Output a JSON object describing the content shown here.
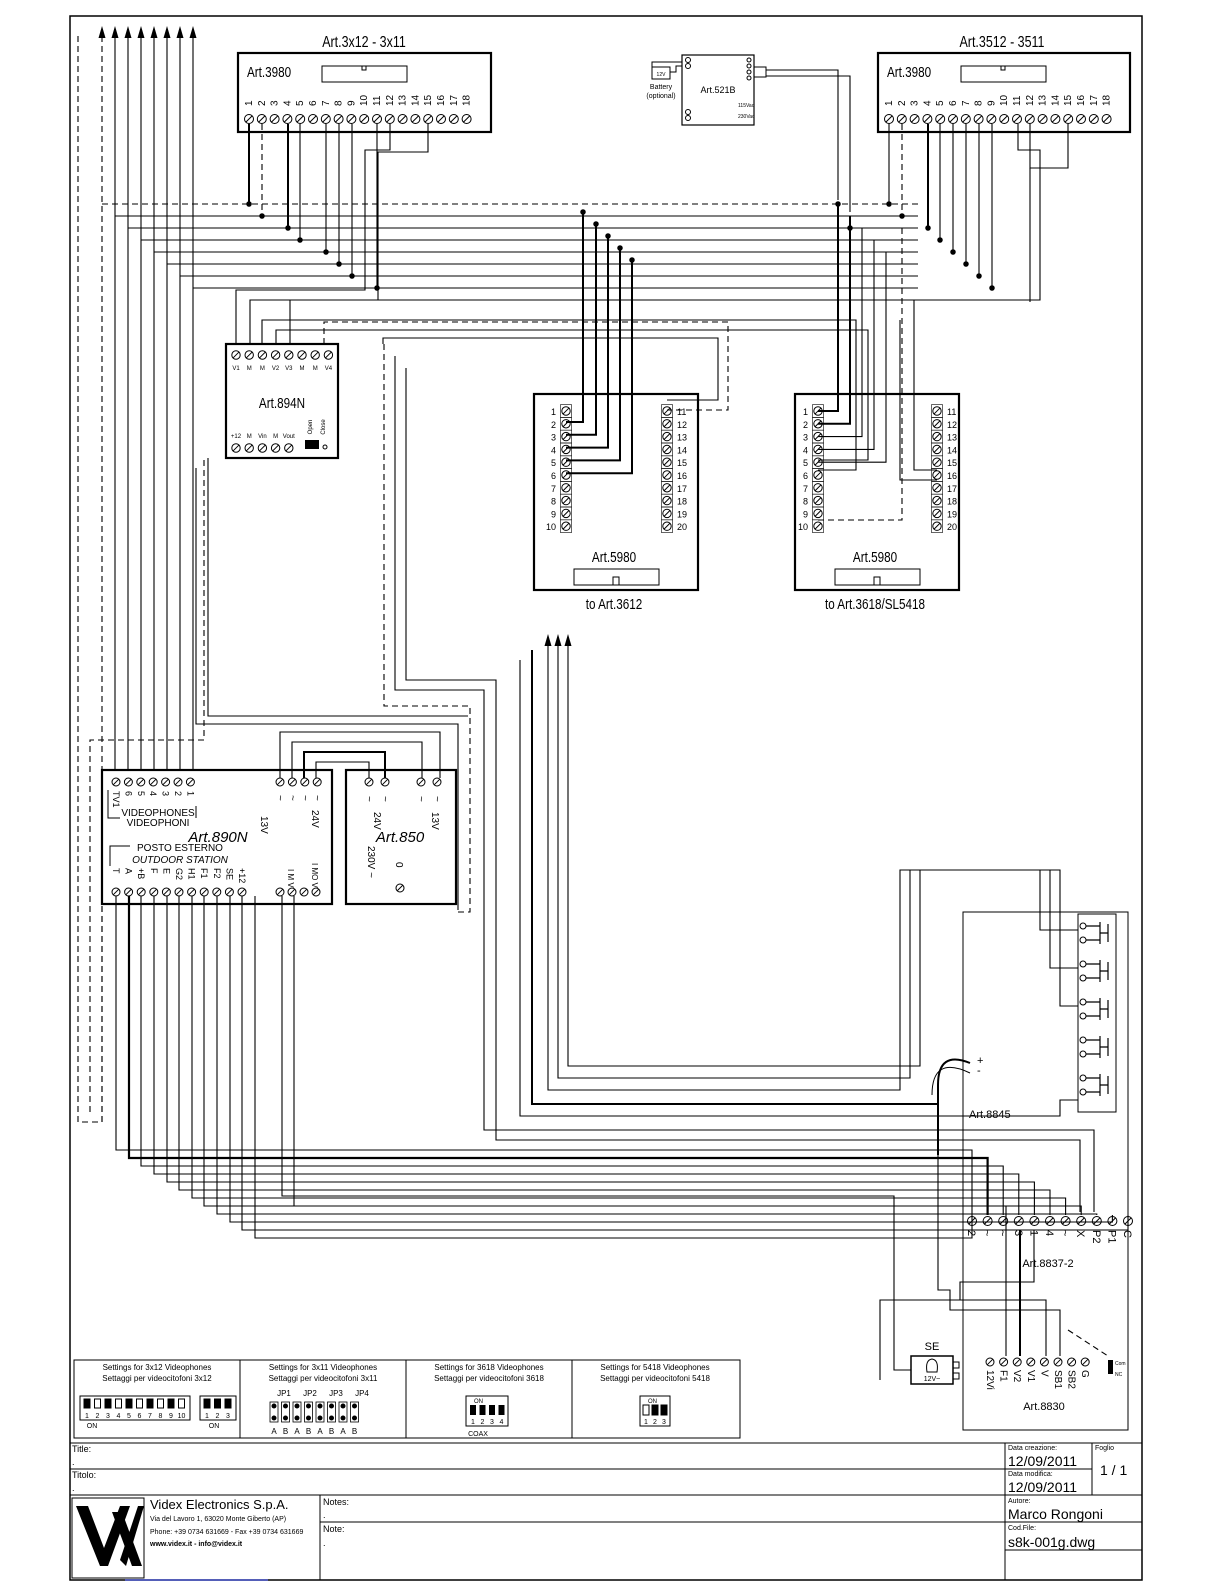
{
  "modules": {
    "left_3980": {
      "header": "Art.3x12 - 3x11",
      "name": "Art.3980",
      "terminals": [
        "1",
        "2",
        "3",
        "4",
        "5",
        "6",
        "7",
        "8",
        "9",
        "10",
        "11",
        "12",
        "13",
        "14",
        "15",
        "16",
        "17",
        "18"
      ]
    },
    "right_3980": {
      "header": "Art.3512 - 3511",
      "name": "Art.3980",
      "terminals": [
        "1",
        "2",
        "3",
        "4",
        "5",
        "6",
        "7",
        "8",
        "9",
        "10",
        "11",
        "12",
        "13",
        "14",
        "15",
        "16",
        "17",
        "18"
      ]
    },
    "psu_521b": {
      "name": "Art.521B",
      "battery": "Battery",
      "optional": "(optional)",
      "cell": "12V",
      "in_115": "115Vac",
      "in_230": "230Vac"
    },
    "distributor_894n": {
      "name": "Art.894N",
      "top_terminals": [
        "V1",
        "M",
        "M",
        "V2",
        "V3",
        "M",
        "M",
        "V4"
      ],
      "bottom_terminals": [
        "+12",
        "M",
        "Vin",
        "M",
        "Vout"
      ],
      "open": "Open",
      "close": "Close"
    },
    "interface_left": {
      "name": "Art.5980",
      "caption": "to Art.3612",
      "left_terminals": [
        "1",
        "2",
        "3",
        "4",
        "5",
        "6",
        "7",
        "8",
        "9",
        "10"
      ],
      "right_terminals": [
        "11",
        "12",
        "13",
        "14",
        "15",
        "16",
        "17",
        "18",
        "19",
        "20"
      ]
    },
    "interface_right": {
      "name": "Art.5980",
      "caption": "to Art.3618/SL5418",
      "left_terminals": [
        "1",
        "2",
        "3",
        "4",
        "5",
        "6",
        "7",
        "8",
        "9",
        "10"
      ],
      "right_terminals": [
        "11",
        "12",
        "13",
        "14",
        "15",
        "16",
        "17",
        "18",
        "19",
        "20"
      ]
    },
    "controller_890n": {
      "name": "Art.890N",
      "videophones": "VIDEOPHONES",
      "videophoni": "VIDEOPHONI",
      "posto_esterno": "POSTO ESTERNO",
      "outdoor_station": "OUTDOOR STATION",
      "top_terminals": [
        "TV1",
        "6",
        "5",
        "4",
        "3",
        "2",
        "1"
      ],
      "power_terminals": [
        "~",
        "~",
        "~",
        "~"
      ],
      "v13": "13V",
      "v24": "24V",
      "bottom_terminals": [
        "T",
        "A",
        "+B",
        "F",
        "E",
        "G2",
        "H1",
        "F1",
        "F2",
        "SE",
        "+12"
      ],
      "imv": "I M V",
      "imov": "I MO V"
    },
    "transformer_850": {
      "name": "Art.850",
      "v24": "24V",
      "v13": "13V",
      "mains": "230V ~",
      "zero": "0"
    },
    "pushbuttons_8845": {
      "name": "Art.8845",
      "plus": "+",
      "minus": "-"
    },
    "audio_8837": {
      "name": "Art.8837-2",
      "terminals": [
        "2",
        "~",
        "~",
        "3",
        "1",
        "4",
        "~",
        "X",
        "P2",
        "P1",
        "C"
      ]
    },
    "camera_8830": {
      "name": "Art.8830",
      "terminals": [
        "12Vi",
        "F1",
        "V2",
        "V1",
        "V",
        "SB1",
        "SB2",
        "G"
      ],
      "com": "Com",
      "nc": "NC"
    },
    "se_lock": {
      "name": "SE",
      "voltage": "12V~"
    }
  },
  "settings": [
    {
      "en": "Settings for 3x12 Videophones",
      "it": "Settaggi per videocitofoni 3x12",
      "switch_numbers": [
        "1",
        "2",
        "3",
        "4",
        "5",
        "6",
        "7",
        "8",
        "9",
        "10"
      ],
      "switch2_numbers": [
        "1",
        "2",
        "3"
      ],
      "on": "ON"
    },
    {
      "en": "Settings for 3x11 Videophones",
      "it": "Settaggi per videocitofoni 3x11",
      "jumpers": [
        "JP1",
        "JP2",
        "JP3",
        "JP4"
      ],
      "ab": [
        "A",
        "B",
        "A",
        "B",
        "A",
        "B",
        "A",
        "B"
      ]
    },
    {
      "en": "Settings for 3618 Videophones",
      "it": "Settaggi per videocitofoni 3618",
      "on": "ON",
      "numbers": [
        "1",
        "2",
        "3",
        "4"
      ],
      "coax": "COAX"
    },
    {
      "en": "Settings for 5418 Videophones",
      "it": "Settaggi per videocitofoni 5418",
      "on": "ON",
      "numbers": [
        "1",
        "2",
        "3"
      ]
    }
  ],
  "title_block": {
    "title_label": "Title:",
    "titolo_label": "Titolo:",
    "dot": ".",
    "company": "Videx Electronics S.p.A.",
    "address": "Via del Lavoro 1, 63020 Monte Giberto (AP)",
    "phone": "Phone: +39 0734 631669 - Fax +39 0734 631669",
    "web": "www.videx.it - info@videx.it",
    "notes_label": "Notes:",
    "note_label": "Note:",
    "created_label": "Data creazione:",
    "created": "12/09/2011",
    "modified_label": "Data modifica:",
    "modified": "12/09/2011",
    "sheet_label": "Foglio",
    "sheet": "1 / 1",
    "author_label": "Autore:",
    "author": "Marco Rongoni",
    "file_label": "Cod.File:",
    "file": "s8k-001g.dwg"
  }
}
